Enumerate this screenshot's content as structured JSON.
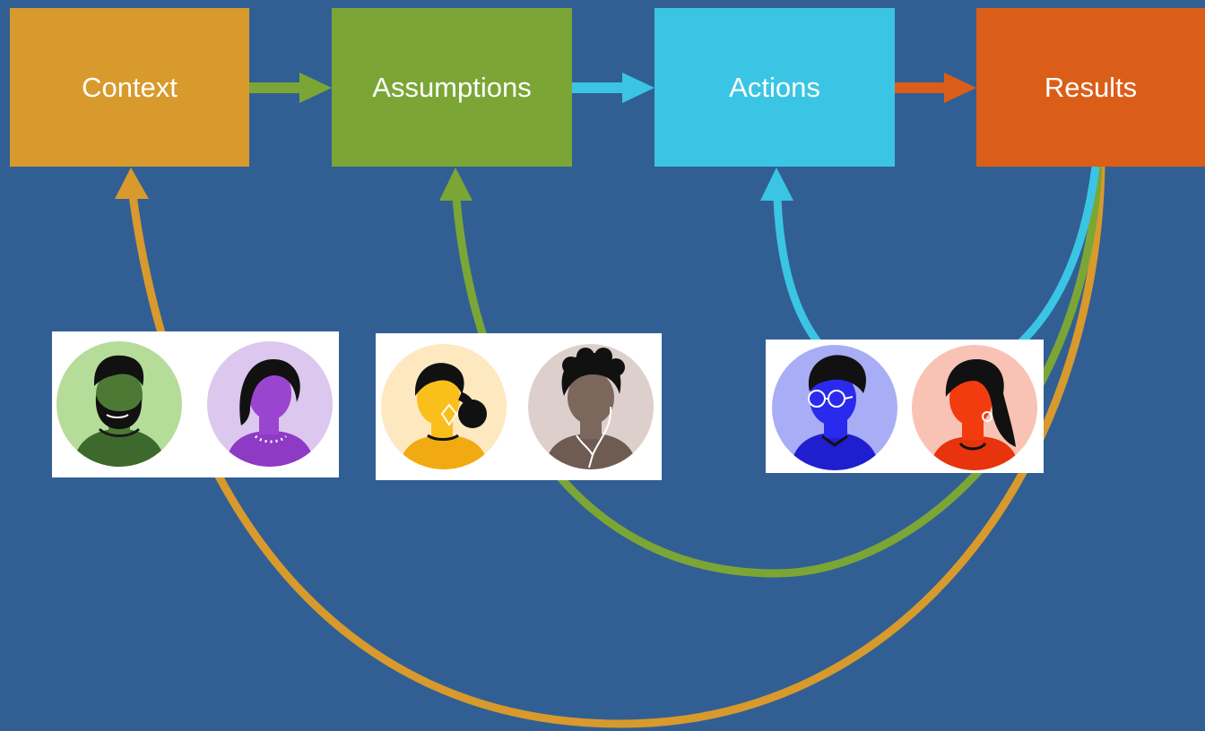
{
  "colors": {
    "background": "#325f93",
    "context": "#d89a2c",
    "assumptions": "#7ba636",
    "actions": "#3bc5e4",
    "results": "#db5e18"
  },
  "stages": [
    {
      "label": "Context"
    },
    {
      "label": "Assumptions"
    },
    {
      "label": "Actions"
    },
    {
      "label": "Results"
    }
  ],
  "avatar_groups": [
    {
      "avatars": [
        "bearded-man-avatar",
        "woman-necklace-avatar"
      ]
    },
    {
      "avatars": [
        "woman-earring-avatar",
        "man-earphones-avatar"
      ]
    },
    {
      "avatars": [
        "man-glasses-avatar",
        "woman-hoop-earring-avatar"
      ]
    }
  ]
}
